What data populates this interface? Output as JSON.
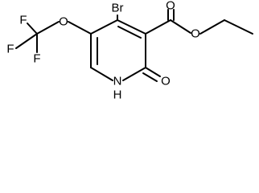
{
  "molecule": {
    "atoms": {
      "bromine": "Br",
      "oxygen_ether": "O",
      "fluorine_1": "F",
      "fluorine_2": "F",
      "fluorine_3": "F",
      "oxygen_carbonyl_ester": "O",
      "oxygen_ester": "O",
      "nitrogen": "N",
      "hydrogen_nh": "H",
      "oxygen_carbonyl_ring": "O"
    }
  }
}
